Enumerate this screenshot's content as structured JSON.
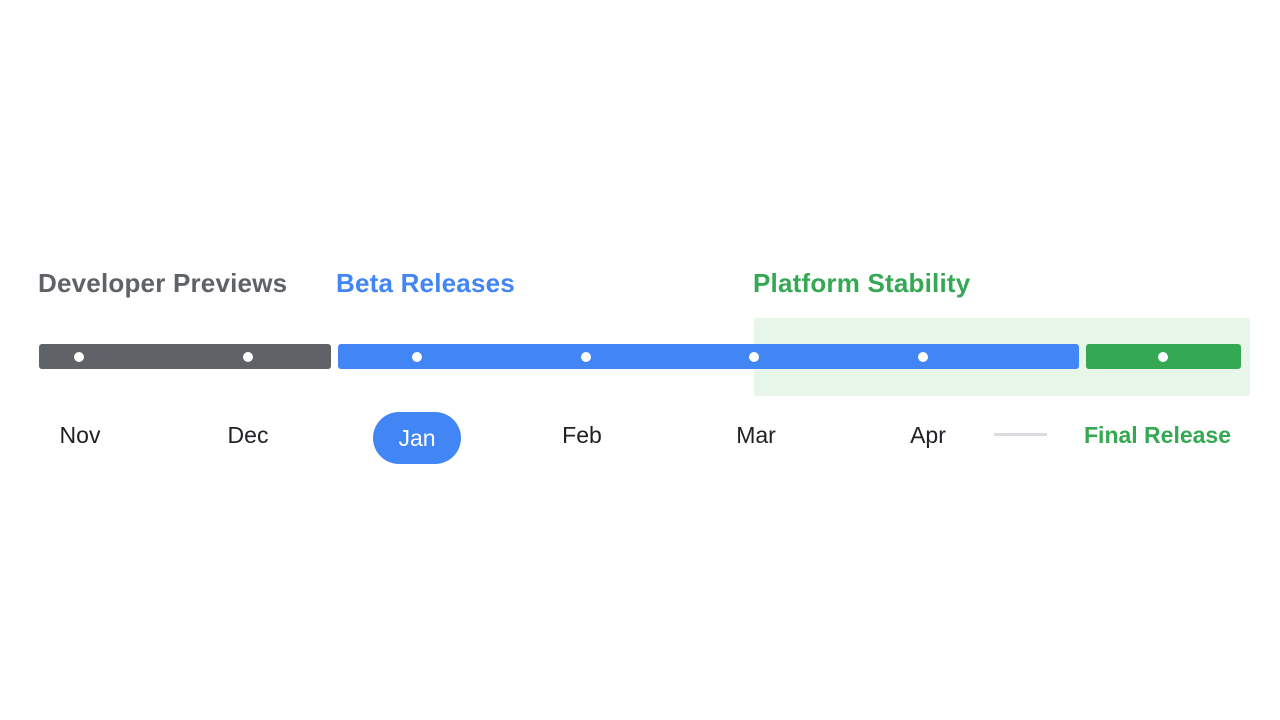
{
  "phases": [
    {
      "label": "Developer Previews",
      "color": "#5f6368"
    },
    {
      "label": "Beta Releases",
      "color": "#4285f4"
    },
    {
      "label": "Platform Stability",
      "color": "#34a853"
    }
  ],
  "months": [
    "Nov",
    "Dec",
    "Jan",
    "Feb",
    "Mar",
    "Apr"
  ],
  "current_month": "Jan",
  "final_release": "Final Release",
  "colors": {
    "preview": "#5f6368",
    "beta": "#4285f4",
    "final": "#34a853",
    "stability_bg": "#e8f5e9"
  }
}
